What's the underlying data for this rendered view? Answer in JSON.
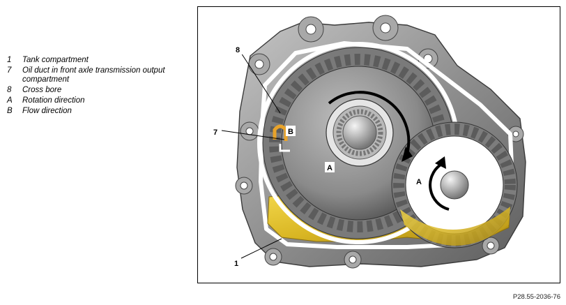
{
  "legend": [
    {
      "key": "1",
      "text": "Tank compartment"
    },
    {
      "key": "7",
      "text": "Oil duct in front axle transmission output compartment"
    },
    {
      "key": "8",
      "text": "Cross bore"
    },
    {
      "key": "A",
      "text": "Rotation direction"
    },
    {
      "key": "B",
      "text": "Flow direction"
    }
  ],
  "callouts": {
    "c8": "8",
    "c7": "7",
    "c1": "1",
    "b": "B",
    "a_large": "A",
    "a_small": "A"
  },
  "reference": "P28.55-2036-76",
  "colors": {
    "housing": "#9a9a9a",
    "oil": "#d9b623",
    "duct": "#e8a32a"
  }
}
